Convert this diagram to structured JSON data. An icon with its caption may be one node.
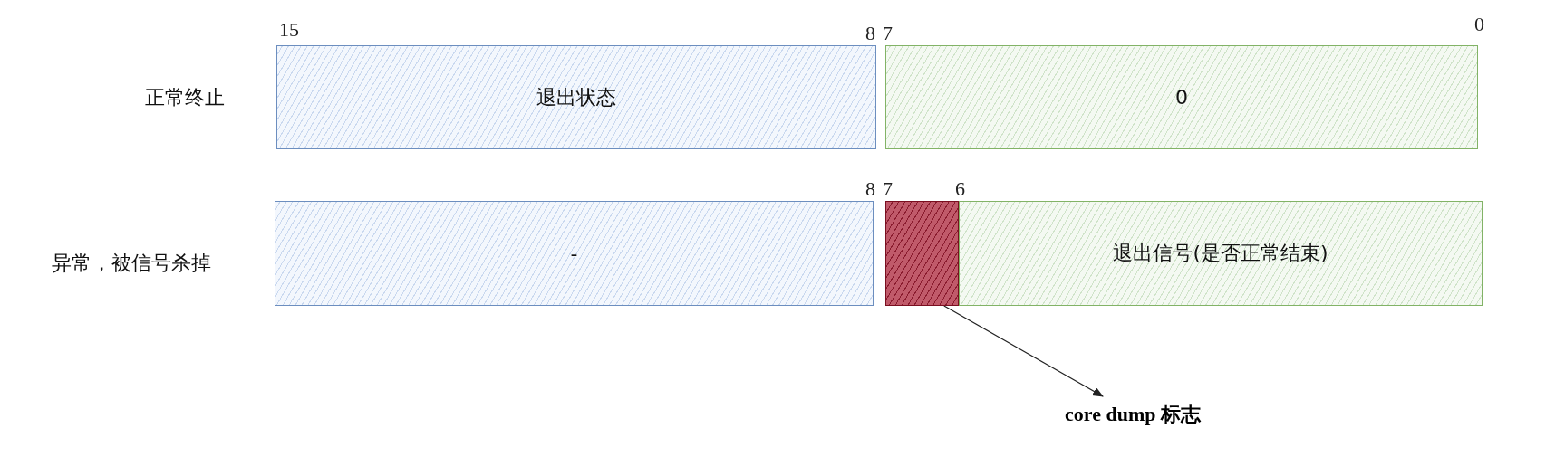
{
  "diagram": {
    "nodes": [
      {
        "text": [
          "退出状态"
        ]
      },
      {
        "text": [
          "0"
        ]
      },
      {
        "text": [
          "-"
        ]
      },
      {
        "text": [],
        "shape": "box"
      },
      {
        "text": [
          "退出信号(是否正常结束)"
        ]
      },
      {
        "text": [
          "core dump 标志"
        ]
      }
    ],
    "edges": [
      {
        "from": 3,
        "to": 5,
        "arrow": "to"
      }
    ],
    "labels": [
      "15",
      "8",
      "7",
      "0",
      "正常终止",
      "8",
      "7",
      "6",
      "异常，被信号杀掉"
    ]
  }
}
